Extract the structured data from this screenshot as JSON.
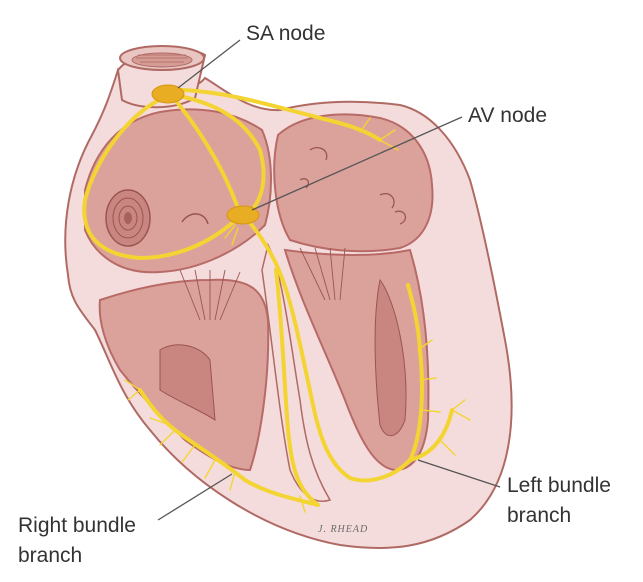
{
  "labels": {
    "sa_node": "SA node",
    "av_node": "AV node",
    "left_bundle_line1": "Left bundle",
    "left_bundle_line2": "branch",
    "right_bundle_line1": "Right bundle",
    "right_bundle_line2": "branch"
  },
  "signature": "J. RHEAD",
  "colors": {
    "wall": "#f4dcdc",
    "wall_outline": "#b06a64",
    "chamber": "#dba29c",
    "chamber_dark": "#b86a66",
    "conduction": "#f3d432",
    "node": "#e8ad22",
    "leader": "#555555"
  }
}
